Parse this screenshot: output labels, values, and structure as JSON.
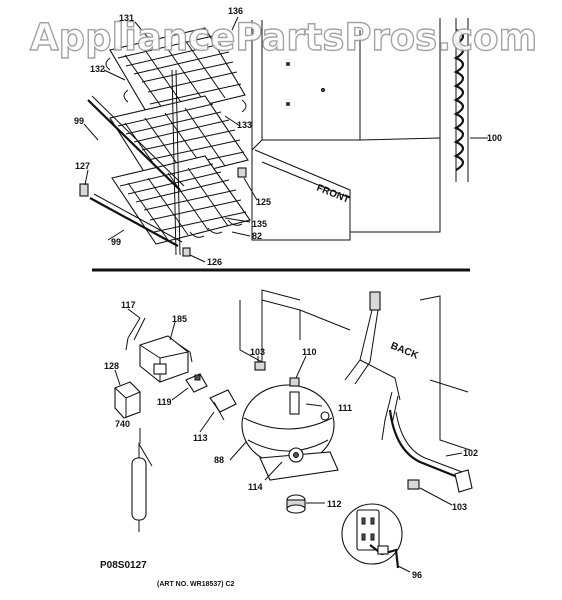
{
  "watermark": "AppliancePartsPros.com",
  "labels": {
    "front": "FRONT",
    "back": "BACK",
    "figure_code": "P08S0127",
    "art_number": "(ART NO. WR18537) C2"
  },
  "callouts": {
    "c131": "131",
    "c136": "136",
    "c132": "132",
    "c99a": "99",
    "c133": "133",
    "c100": "100",
    "c127": "127",
    "c125": "125",
    "c135": "135",
    "c82": "82",
    "c99b": "99",
    "c126": "126",
    "c117": "117",
    "c185": "185",
    "c103a": "103",
    "c110": "110",
    "c128": "128",
    "c119": "119",
    "c111": "111",
    "c113": "113",
    "c740": "740",
    "c88": "88",
    "c102": "102",
    "c114": "114",
    "c112": "112",
    "c103b": "103",
    "c96": "96"
  }
}
